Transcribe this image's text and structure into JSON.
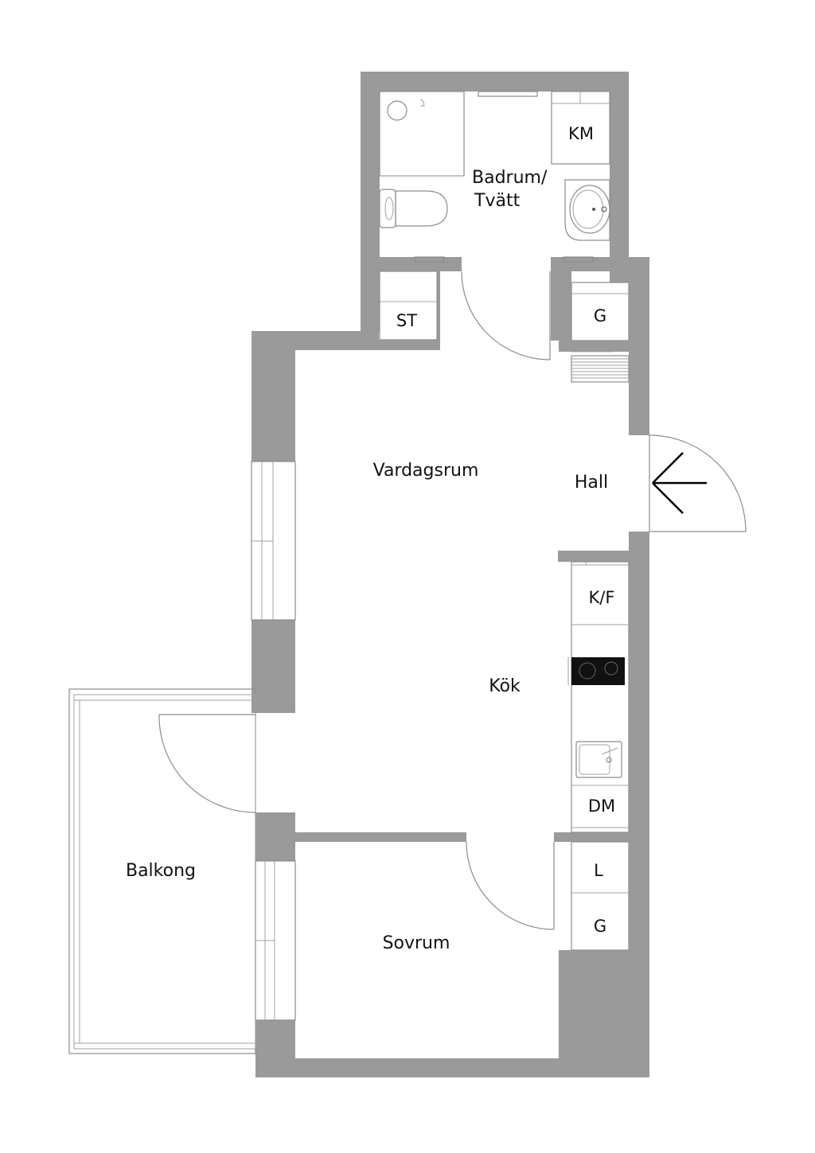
{
  "rooms": {
    "bathroom_line1": "Badrum/",
    "bathroom_line2": "Tvätt",
    "living_room": "Vardagsrum",
    "hall": "Hall",
    "kitchen": "Kök",
    "balcony": "Balkong",
    "bedroom": "Sovrum"
  },
  "fixtures": {
    "washing_machine": "KM",
    "storage": "ST",
    "wardrobe_hall": "G",
    "fridge_freezer": "K/F",
    "dishwasher": "DM",
    "linen_closet": "L",
    "wardrobe_bedroom": "G"
  },
  "colors": {
    "wall": "#9a9a9a",
    "background": "#ffffff",
    "stove_top": "#111111"
  },
  "icons": [
    "entrance-arrow-icon",
    "toilet-icon",
    "sink-icon",
    "shower-icon",
    "stove-icon",
    "kitchen-sink-icon"
  ]
}
